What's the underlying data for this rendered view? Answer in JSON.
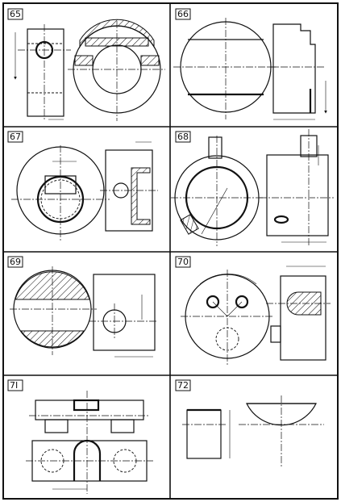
{
  "sheet": {
    "cells": [
      {
        "id": "65",
        "label": "65"
      },
      {
        "id": "66",
        "label": "66"
      },
      {
        "id": "67",
        "label": "67"
      },
      {
        "id": "68",
        "label": "68"
      },
      {
        "id": "69",
        "label": "69"
      },
      {
        "id": "70",
        "label": "70"
      },
      {
        "id": "71",
        "label": "7I"
      },
      {
        "id": "72",
        "label": "72"
      }
    ]
  }
}
